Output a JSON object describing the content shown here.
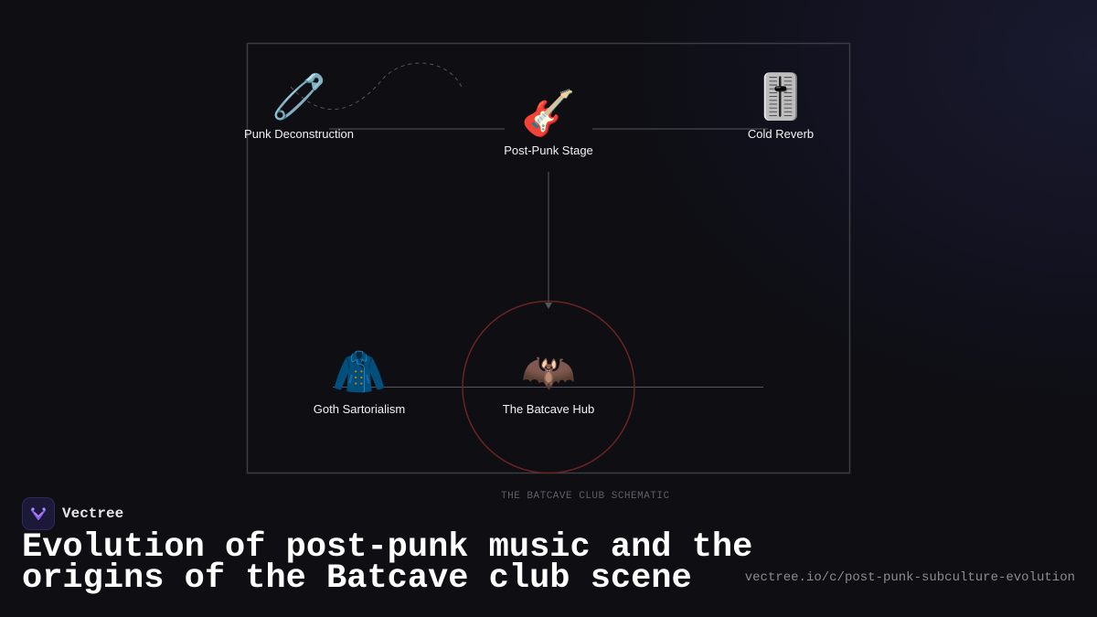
{
  "diagram": {
    "caption": "THE BATCAVE CLUB SCHEMATIC",
    "nodes": [
      {
        "id": "punk",
        "label": "Punk Deconstruction",
        "icon": "🧷",
        "icon_name": "safety-pin-icon"
      },
      {
        "id": "postpunk",
        "label": "Post-Punk Stage",
        "icon": "🎸",
        "icon_name": "guitar-icon"
      },
      {
        "id": "reverb",
        "label": "Cold Reverb",
        "icon": "🎚️",
        "icon_name": "level-slider-icon"
      },
      {
        "id": "goth",
        "label": "Goth Sartorialism",
        "icon": "🧥",
        "icon_name": "coat-icon"
      },
      {
        "id": "batcave",
        "label": "The Batcave Hub",
        "icon": "🦇",
        "icon_name": "bat-icon"
      }
    ],
    "colors": {
      "frame": "#3c3c44",
      "connector": "#55555e",
      "hub_ring": "#6b2424"
    }
  },
  "brand": {
    "name": "Vectree"
  },
  "title": "Evolution of post-punk music and the origins of the Batcave club scene",
  "url": "vectree.io/c/post-punk-subculture-evolution"
}
